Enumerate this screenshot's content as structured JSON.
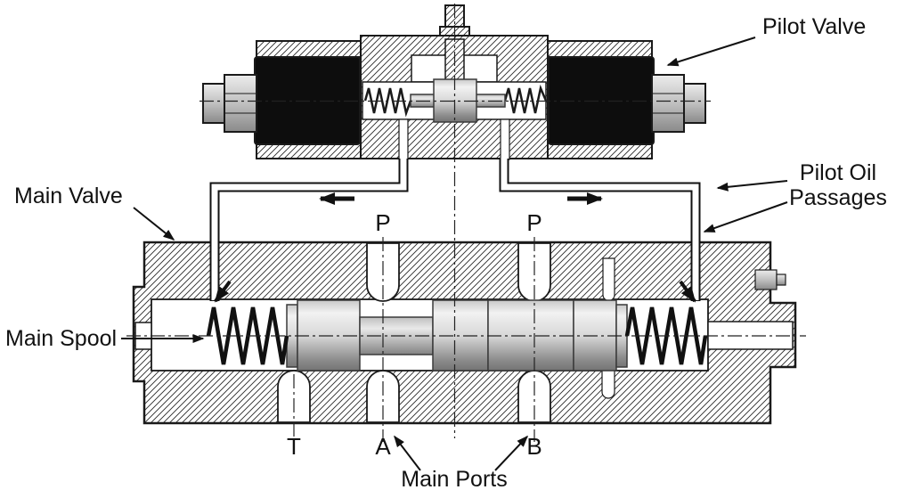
{
  "diagram": {
    "labels": {
      "pilot_valve": "Pilot Valve",
      "pilot_oil_line1": "Pilot Oil",
      "pilot_oil_line2": "Passages",
      "main_valve": "Main Valve",
      "main_spool": "Main Spool",
      "port_p_left": "P",
      "port_p_right": "P",
      "port_t": "T",
      "port_a": "A",
      "port_b": "B",
      "main_ports": "Main Ports"
    },
    "colors": {
      "background": "#ffffff",
      "line": "#1a1a1a",
      "solenoid": "#0d0d0d",
      "metal_light": "#f2f2f2",
      "metal_dark": "#747474"
    }
  }
}
